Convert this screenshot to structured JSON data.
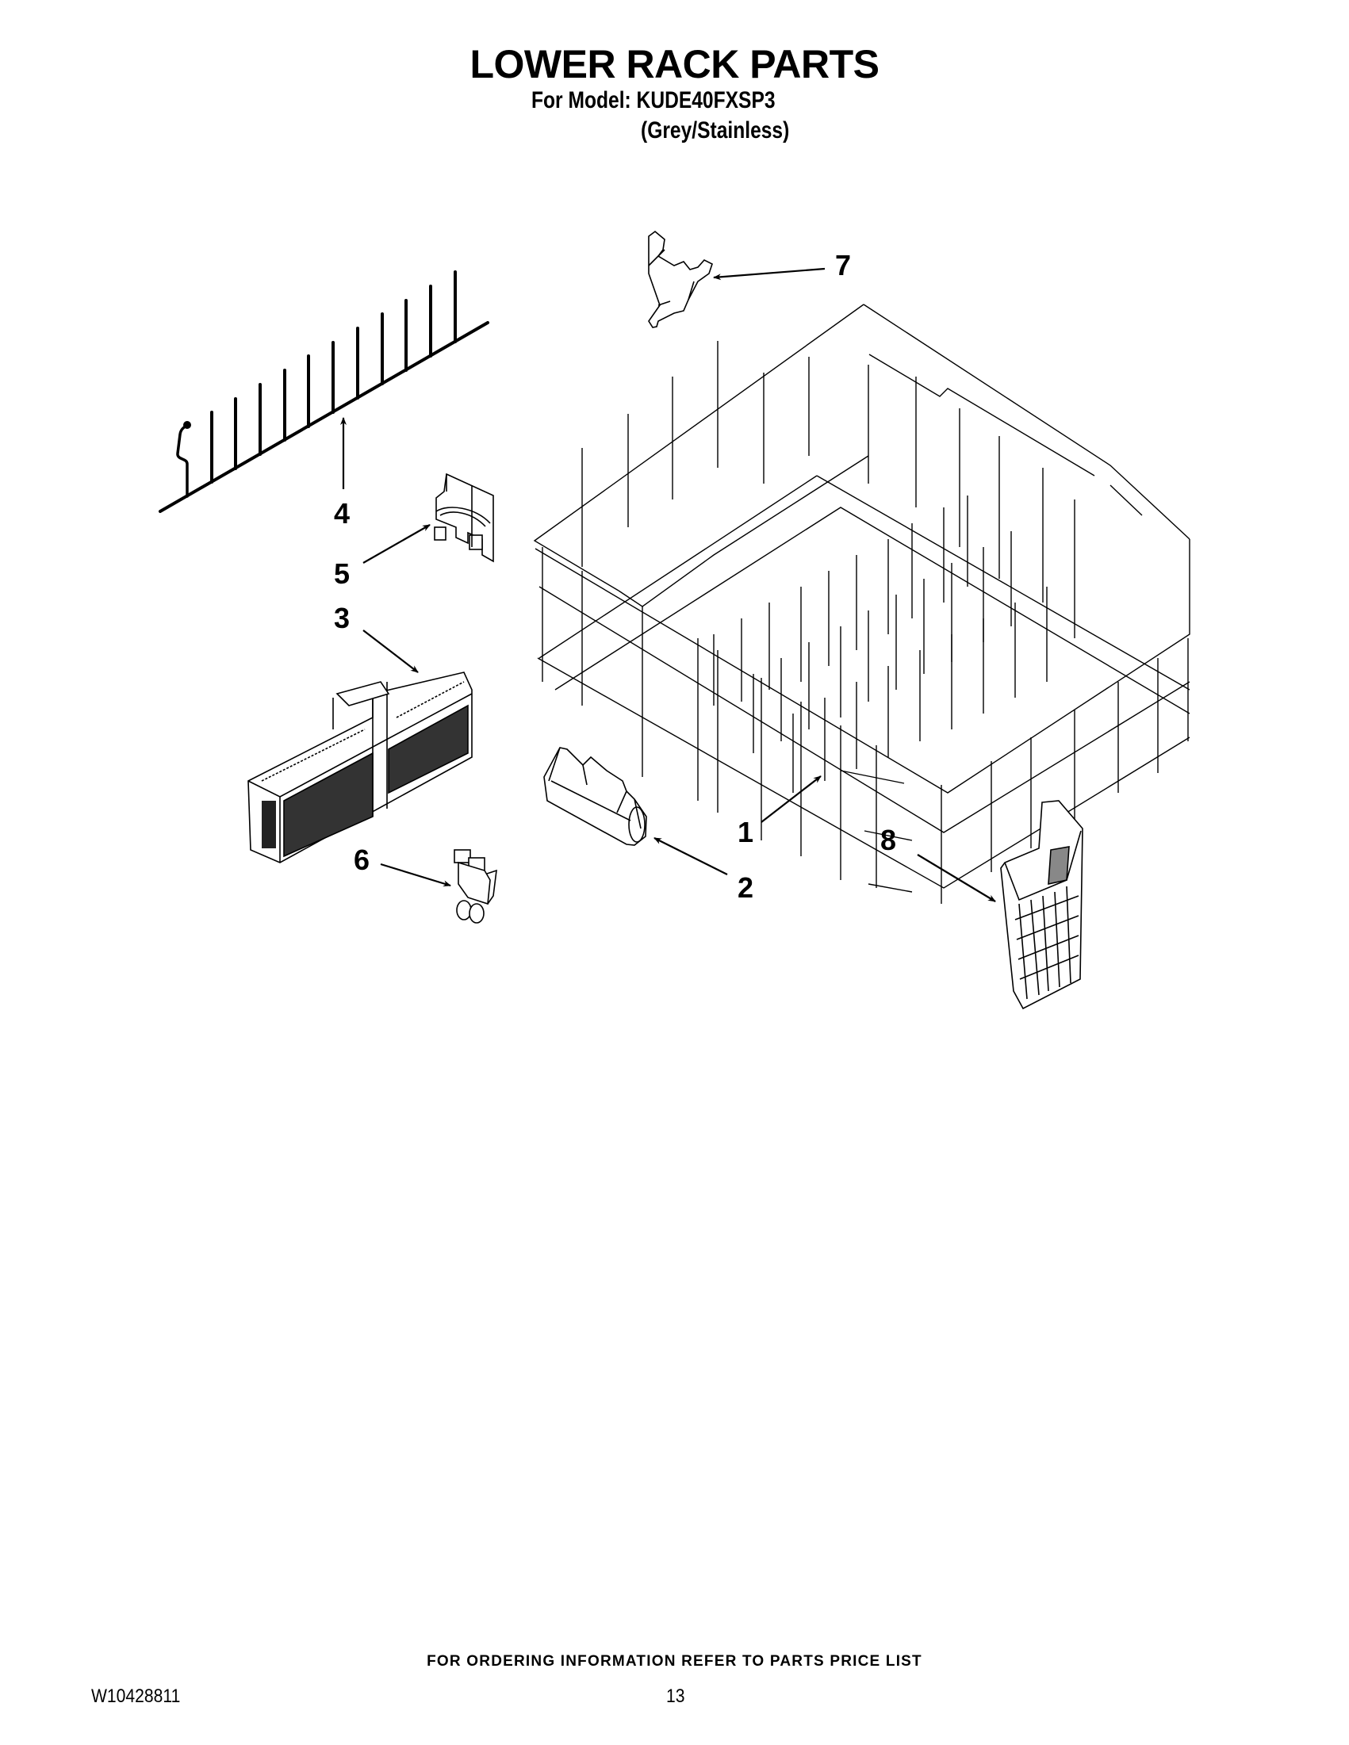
{
  "header": {
    "title": "LOWER RACK PARTS",
    "model_line": "For Model: KUDE40FXSP3",
    "variant": "(Grey/Stainless)"
  },
  "diagram": {
    "callouts": [
      {
        "number": "1",
        "part": "lower-rack"
      },
      {
        "number": "2",
        "part": "rack-wheel-assembly"
      },
      {
        "number": "3",
        "part": "silverware-basket"
      },
      {
        "number": "4",
        "part": "tine-row"
      },
      {
        "number": "5",
        "part": "tine-clip"
      },
      {
        "number": "6",
        "part": "basket-clip"
      },
      {
        "number": "7",
        "part": "rack-stop-clip"
      },
      {
        "number": "8",
        "part": "small-item-basket"
      }
    ]
  },
  "footer": {
    "ordering_note": "FOR ORDERING INFORMATION REFER TO PARTS PRICE LIST",
    "document_id": "W10428811",
    "page_number": "13"
  }
}
